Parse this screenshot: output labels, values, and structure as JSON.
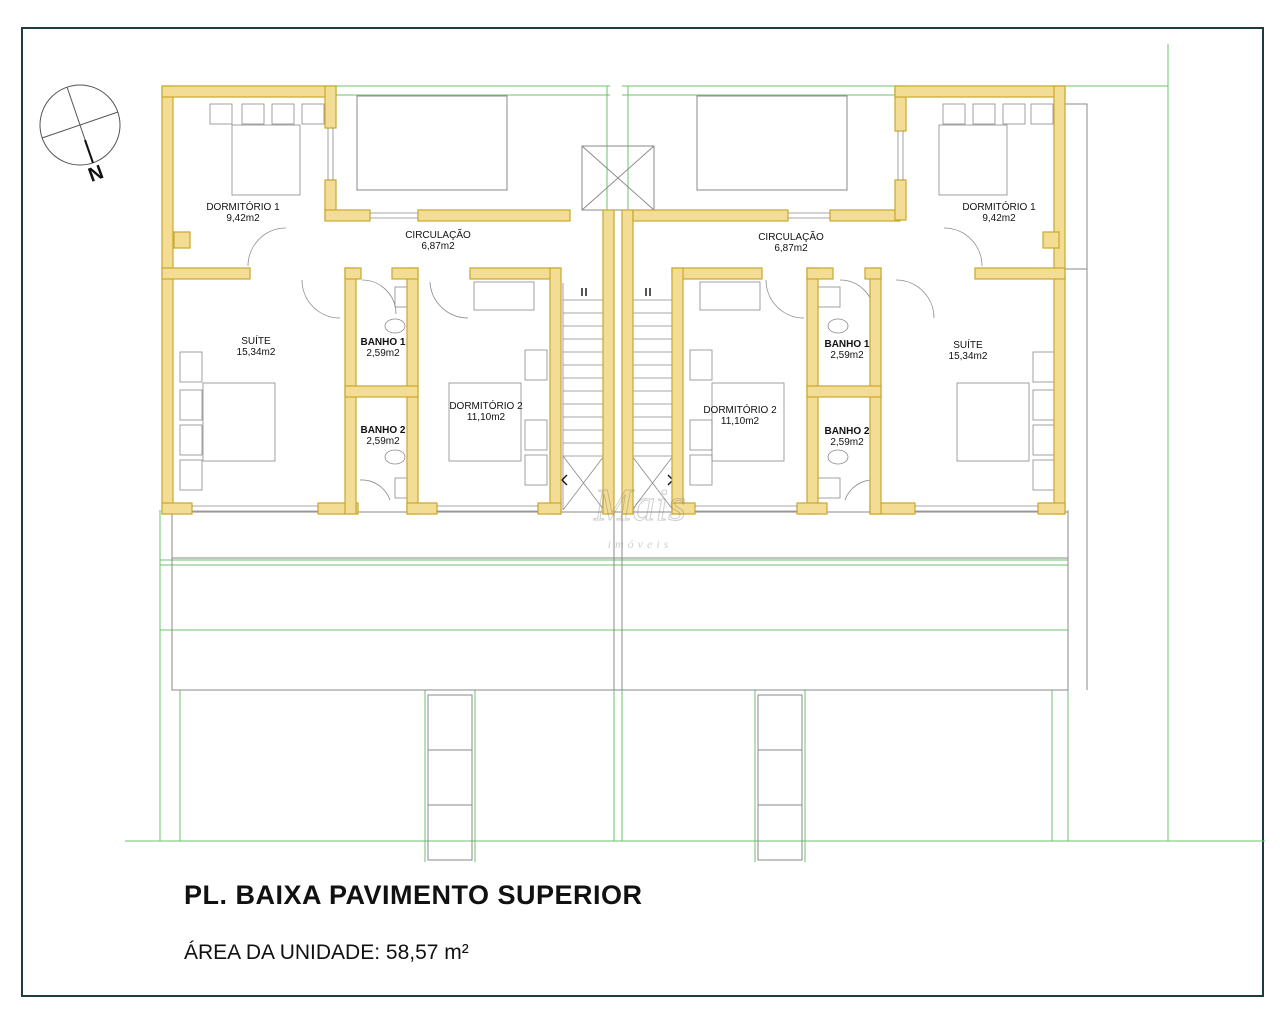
{
  "title": "PL. BAIXA PAVIMENTO SUPERIOR",
  "area_label": "ÁREA DA UNIDADE: 58,57 m²",
  "compass": {
    "letter": "N"
  },
  "watermark": {
    "brand": "Mais",
    "sub": "imóveis"
  },
  "colors": {
    "wall": "#f3dc93",
    "wall_stroke": "#c9a82a",
    "guide": "#6cc06c",
    "line": "#888888",
    "frame": "#1f3b3b"
  },
  "units": {
    "left": {
      "dorm1": {
        "name": "DORMITÓRIO 1",
        "area": "9,42m2"
      },
      "circ": {
        "name": "CIRCULAÇÃO",
        "area": "6,87m2"
      },
      "suite": {
        "name": "SUÍTE",
        "area": "15,34m2"
      },
      "banho1": {
        "name": "BANHO 1",
        "area": "2,59m2"
      },
      "banho2": {
        "name": "BANHO 2",
        "area": "2,59m2"
      },
      "dorm2": {
        "name": "DORMITÓRIO 2",
        "area": "11,10m2"
      }
    },
    "right": {
      "dorm1": {
        "name": "DORMITÓRIO 1",
        "area": "9,42m2"
      },
      "circ": {
        "name": "CIRCULAÇÃO",
        "area": "6,87m2"
      },
      "suite": {
        "name": "SUÍTE",
        "area": "15,34m2"
      },
      "banho1": {
        "name": "BANHO 1",
        "area": "2,59m2"
      },
      "banho2": {
        "name": "BANHO 2",
        "area": "2,59m2"
      },
      "dorm2": {
        "name": "DORMITÓRIO 2",
        "area": "11,10m2"
      }
    }
  }
}
